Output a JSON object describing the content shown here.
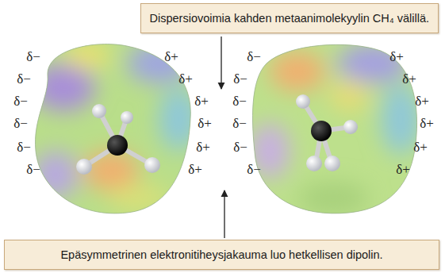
{
  "diagram": {
    "nodes": [
      {
        "text": [
          "Dispersiovoimia kahden metaanimolekyylin CH₄ välillä."
        ]
      },
      {
        "text": [
          "Epäsymmetrinen elektronitiheysjakauma luo hetkellisen dipolin."
        ]
      }
    ],
    "labels": [
      "δ−",
      "δ−",
      "δ−",
      "δ−",
      "δ−",
      "δ−",
      "δ+",
      "δ+",
      "δ+",
      "δ+",
      "δ+",
      "δ+",
      "δ−",
      "δ−",
      "δ−",
      "δ−",
      "δ−",
      "δ−",
      "δ+",
      "δ+",
      "δ+",
      "δ+",
      "δ+",
      "δ+"
    ]
  }
}
